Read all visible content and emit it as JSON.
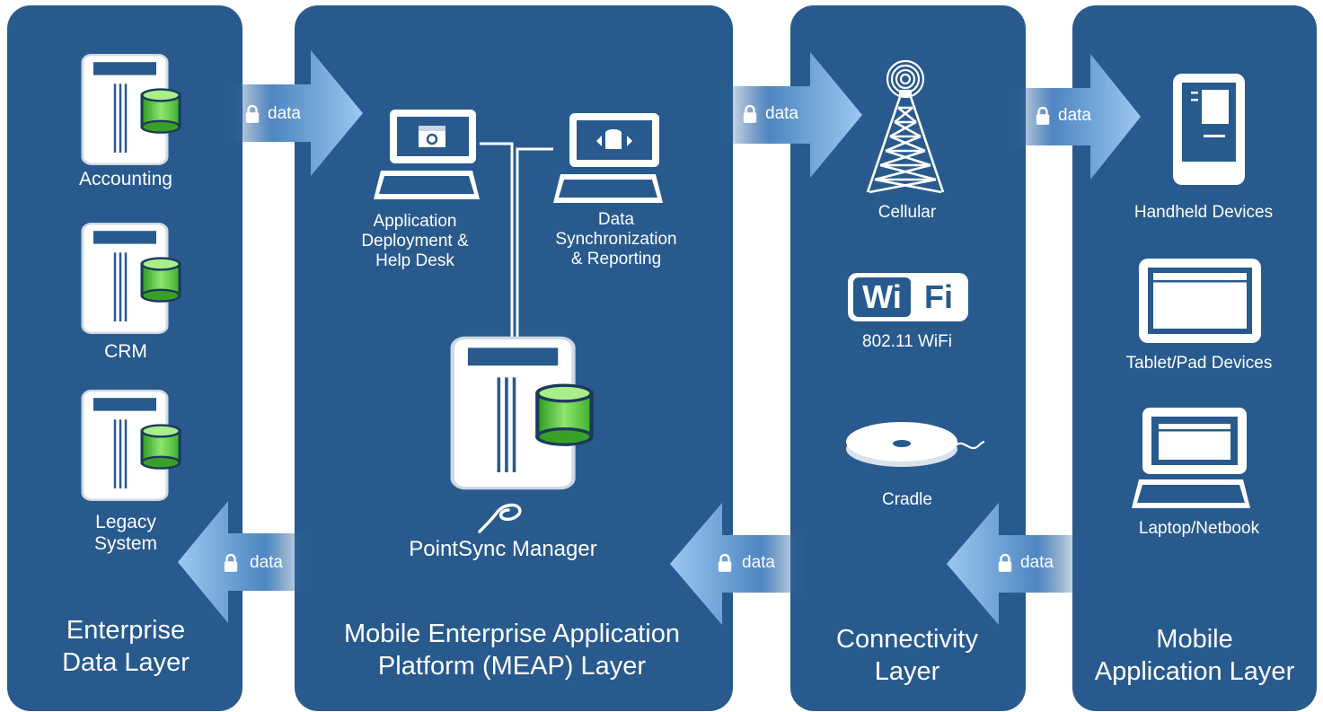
{
  "data_label": "data",
  "enterprise": {
    "items": [
      "Accounting",
      "CRM",
      "Legacy\nSystem"
    ],
    "title": "Enterprise\nData Layer"
  },
  "meap": {
    "app_deploy": "Application\nDeployment &\nHelp Desk",
    "data_sync": "Data\nSynchronization\n& Reporting",
    "manager": "PointSync Manager",
    "title": "Mobile Enterprise Application\nPlatform (MEAP) Layer"
  },
  "connectivity": {
    "cellular": "Cellular",
    "wifi_logo_left": "Wi",
    "wifi_logo_right": "Fi",
    "wifi": "802.11 WiFi",
    "cradle": "Cradle",
    "title": "Connectivity\nLayer"
  },
  "mobile": {
    "handheld": "Handheld Devices",
    "tablet": "Tablet/Pad Devices",
    "laptop": "Laptop/Netbook",
    "title": "Mobile\nApplication Layer"
  },
  "colors": {
    "panel": "#285a8e",
    "arrow_light": "#8cbcea",
    "db_green": "#4cc33a"
  }
}
